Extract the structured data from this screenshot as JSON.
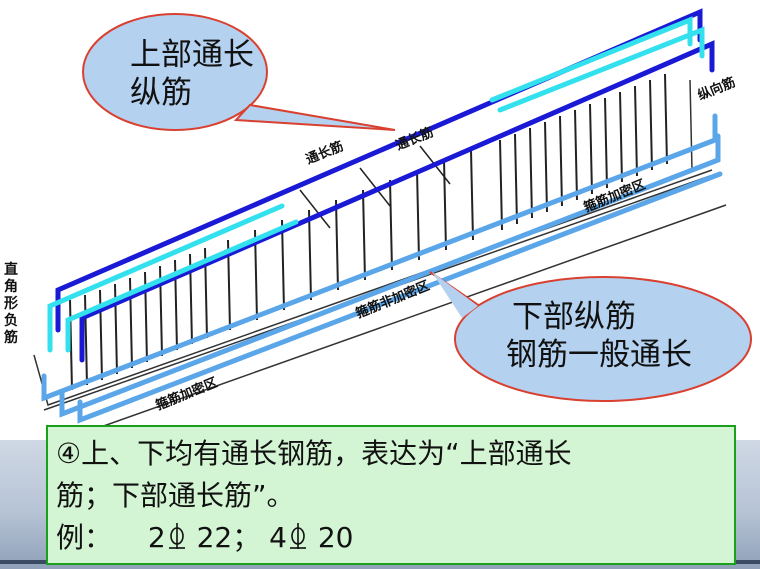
{
  "diagram": {
    "callout_top": [
      "上部通长",
      "纵筋"
    ],
    "callout_bottom": [
      "下部纵筋",
      "钢筋一般通长"
    ],
    "inline_labels": {
      "through_bar_1": "通长筋",
      "through_bar_2": "通长筋",
      "longitudinal_bar": "纵向筋",
      "stirrup_dense_right": "箍筋加密区",
      "stirrup_nondense": "箍筋非加密区",
      "stirrup_dense_left": "箍筋加密区",
      "corner_negative_bar": "直角形负筋"
    },
    "colors": {
      "top_bar": "#1a1ad6",
      "top_bar_light": "#33e0ee",
      "bottom_bar": "#5aa6e8",
      "callout_fill": "#b4d2f0",
      "callout_border": "#d94030"
    }
  },
  "note": {
    "line1": "④上、下均有通长钢筋，表达为“上部通长",
    "line2": "筋；下部通长筋”。",
    "example_label": "例：",
    "example_top_count": "2",
    "example_top_diameter": "22；",
    "example_bottom_count": "4",
    "example_bottom_diameter": "20"
  }
}
